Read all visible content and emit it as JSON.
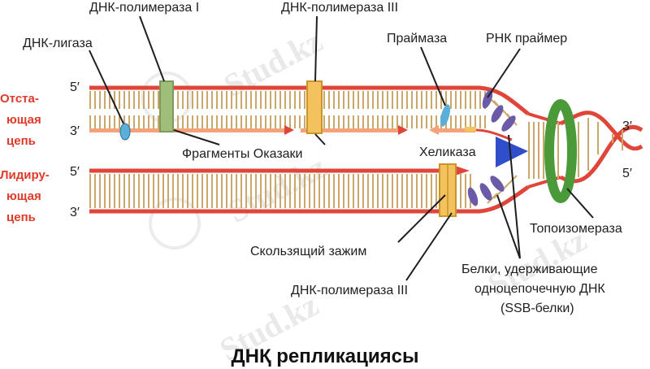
{
  "watermark": "Stud.kz",
  "title": "ДНҚ репликациясы",
  "strands": {
    "lagging": [
      "Отста-",
      "ющая",
      "цепь"
    ],
    "leading": [
      "Лидиру-",
      "ющая",
      "цепь"
    ],
    "prime_5": "5′",
    "prime_3": "3′"
  },
  "labels": {
    "ligase": "ДНК-лигаза",
    "pol1": "ДНК-полимераза I",
    "pol3_top": "ДНК-полимераза III",
    "primase": "Праймаза",
    "rna_primer": "РНК праймер",
    "okazaki": "Фрагменты Оказаки",
    "helicase": "Хеликаза",
    "sliding_clamp": "Скользящий зажим",
    "pol3_bottom": "ДНК-полимераза III",
    "topoisomerase": "Топоизомераза",
    "ssb": [
      "Белки, удерживающие",
      "одноцепочечную ДНК",
      "(SSB-белки)"
    ]
  },
  "colors": {
    "backbone": "#e0453a",
    "rung": "#c9a86a",
    "fragment": "#f4a27a",
    "polymerase": "#f3c25c",
    "pol1": "#9fbe7a",
    "helicase": "#2e4fc9",
    "topoisomerase": "#4a9a3a",
    "ssb": "#6a5aa8",
    "primase": "#5ab0d8",
    "side_text": "#e03a2a"
  }
}
